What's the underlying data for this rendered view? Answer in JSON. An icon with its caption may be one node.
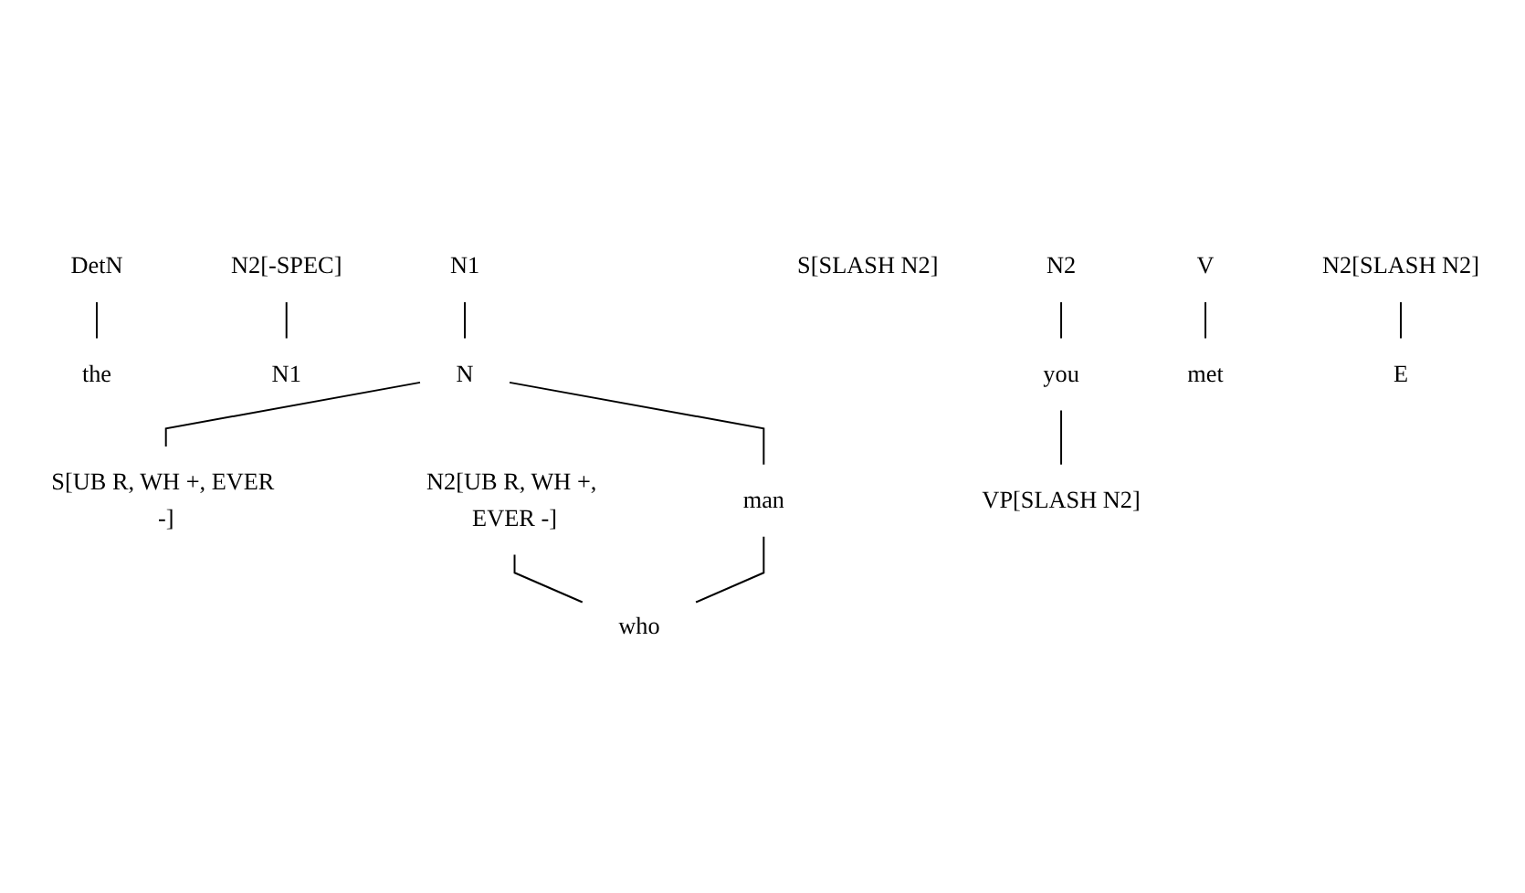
{
  "diagram": {
    "nodes": [
      {
        "text": [
          "DetN"
        ]
      },
      {
        "text": [
          "the"
        ]
      },
      {
        "text": [
          "N2[-SPEC]"
        ]
      },
      {
        "text": [
          "N1"
        ]
      },
      {
        "text": [
          "N1"
        ]
      },
      {
        "text": [
          "S[UB R, WH +, EVER -]"
        ]
      },
      {
        "text": [
          "N"
        ]
      },
      {
        "text": [
          "N2[UB R, WH +, EVER -]"
        ]
      },
      {
        "text": [
          "S[SLASH N2]"
        ]
      },
      {
        "text": [
          "man"
        ]
      },
      {
        "text": [
          "who"
        ]
      },
      {
        "text": [
          "N2"
        ]
      },
      {
        "text": [
          "VP[SLASH N2]"
        ]
      },
      {
        "text": [
          "you"
        ]
      },
      {
        "text": [
          "V"
        ]
      },
      {
        "text": [
          "N2[SLASH N2]"
        ]
      },
      {
        "text": [
          "met"
        ]
      },
      {
        "text": [
          "E"
        ]
      }
    ],
    "edges": [
      {
        "from": 0,
        "to": 1,
        "arrow": "none"
      },
      {
        "from": 2,
        "to": 3,
        "arrow": "none"
      },
      {
        "from": 4,
        "to": 6,
        "arrow": "none"
      },
      {
        "from": 6,
        "to": 5,
        "arrow": "none"
      },
      {
        "from": 6,
        "to": 9,
        "arrow": "none"
      },
      {
        "from": 7,
        "to": 10,
        "arrow": "none"
      },
      {
        "from": 9,
        "to": 10,
        "arrow": "none"
      },
      {
        "from": 11,
        "to": 13,
        "arrow": "none"
      },
      {
        "from": 13,
        "to": 12,
        "arrow": "none"
      },
      {
        "from": 14,
        "to": 16,
        "arrow": "none"
      },
      {
        "from": 15,
        "to": 17,
        "arrow": "none"
      }
    ]
  }
}
